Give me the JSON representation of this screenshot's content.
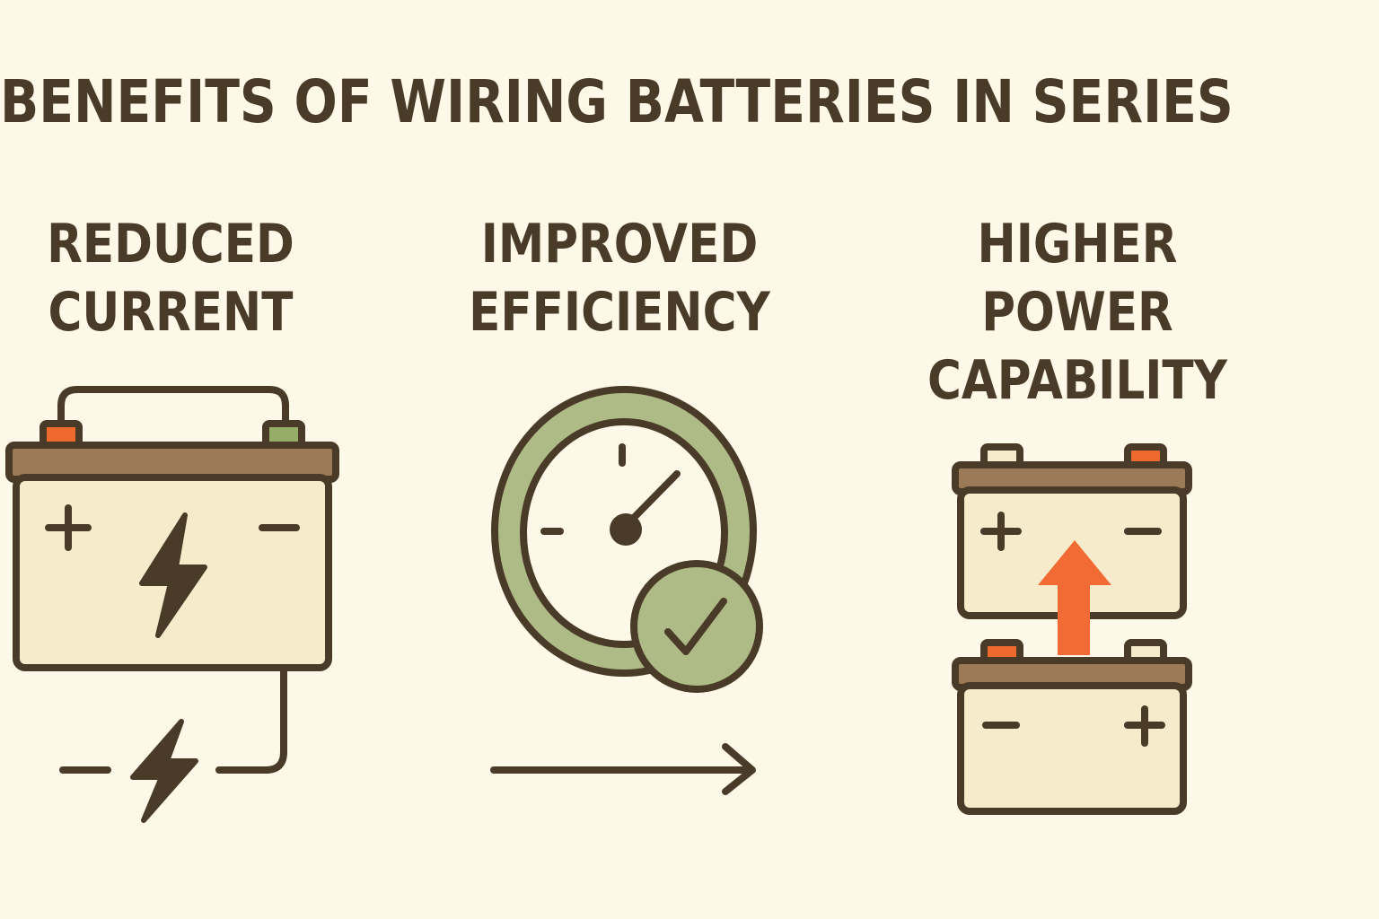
{
  "title": "BENEFITS OF WIRING BATTERIES IN SERIES",
  "benefits": [
    {
      "line1": "REDUCED",
      "line2": "CURRENT",
      "line3": "",
      "icon": "battery-lightning-icon"
    },
    {
      "line1": "IMPROVED",
      "line2": "EFFICIENCY",
      "line3": "",
      "icon": "gauge-check-icon"
    },
    {
      "line1": "HIGHER",
      "line2": "POWER",
      "line3": "CAPABILITY",
      "icon": "stacked-batteries-arrow-icon"
    }
  ],
  "colors": {
    "background": "#FDF8E8",
    "outline": "#4A3A28",
    "battery_fill": "#F6EBCB",
    "battery_top": "#9B7A57",
    "terminal_red": "#EE6A2F",
    "terminal_green": "#94AD67",
    "gauge_green": "#AFBB86",
    "arrow_orange": "#F36B34"
  }
}
